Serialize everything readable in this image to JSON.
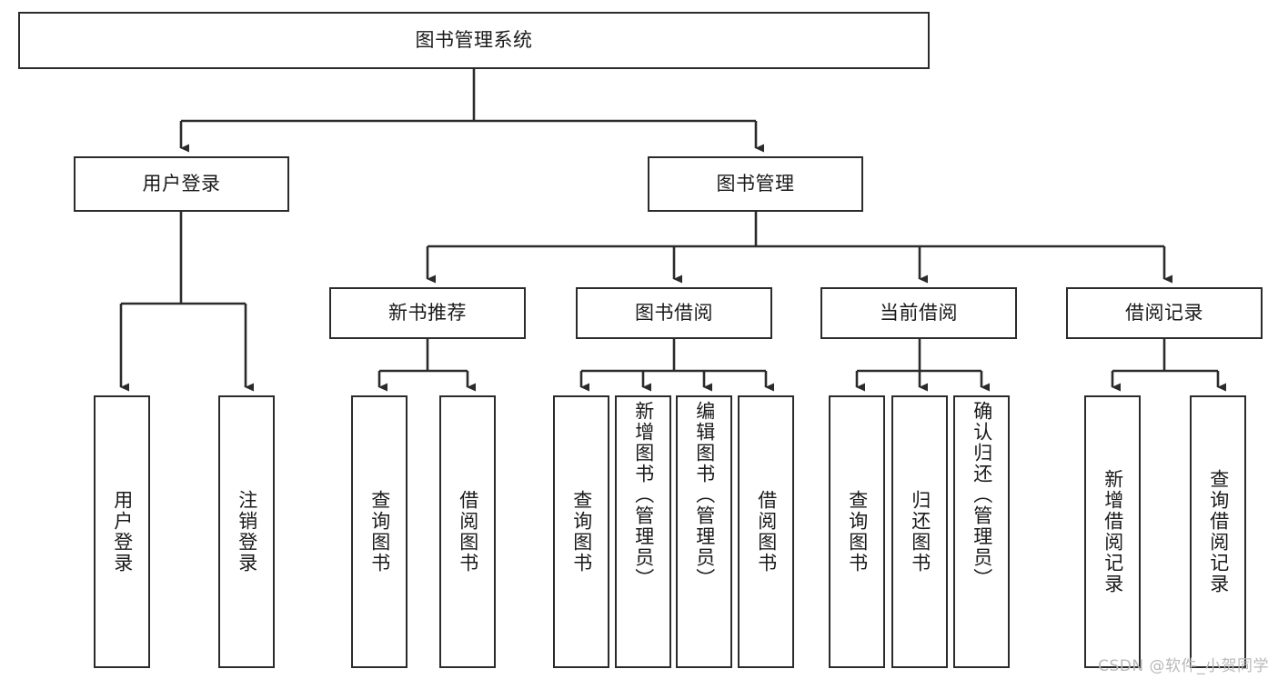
{
  "diagram": {
    "type": "hierarchy-tree",
    "title": "图书管理系统",
    "watermark": "CSDN @软件_小贺同学",
    "colors": {
      "border": "#2b2b2b",
      "background": "#ffffff",
      "text": "#1a1a1a",
      "watermark": "#b9b9b9"
    },
    "nodes": {
      "root": {
        "label": "图书管理系统"
      },
      "level1": [
        {
          "label": "用户登录"
        },
        {
          "label": "图书管理"
        }
      ],
      "level2": [
        {
          "label": "新书推荐"
        },
        {
          "label": "图书借阅"
        },
        {
          "label": "当前借阅"
        },
        {
          "label": "借阅记录"
        }
      ],
      "leaves": {
        "user_login": [
          {
            "label": "用户登录"
          },
          {
            "label": "注销登录"
          }
        ],
        "new_book_recommend": [
          {
            "label": "查询图书"
          },
          {
            "label": "借阅图书"
          }
        ],
        "book_borrow": [
          {
            "label": "查询图书"
          },
          {
            "label": "新增图书（管理员）"
          },
          {
            "label": "编辑图书（管理员）"
          },
          {
            "label": "借阅图书"
          }
        ],
        "current_borrow": [
          {
            "label": "查询图书"
          },
          {
            "label": "归还图书"
          },
          {
            "label": "确认归还（管理员）"
          }
        ],
        "borrow_record": [
          {
            "label": "新增借阅记录"
          },
          {
            "label": "查询借阅记录"
          }
        ]
      }
    }
  }
}
